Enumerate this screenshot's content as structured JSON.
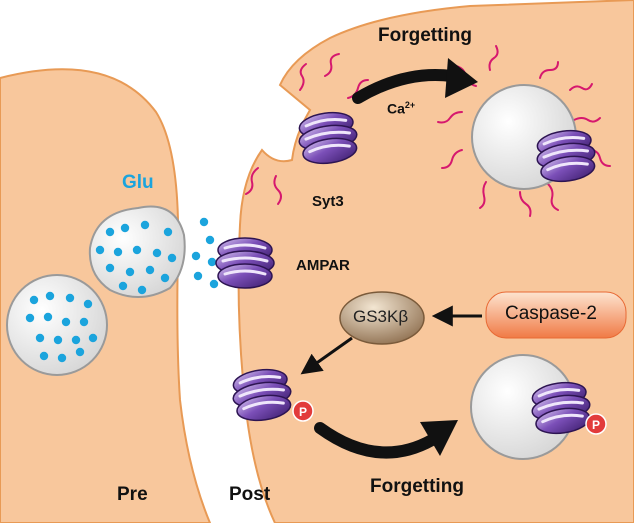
{
  "labels": {
    "pre": "Pre",
    "post": "Post",
    "glu": "Glu",
    "syt3": "Syt3",
    "ampar": "AMPAR",
    "ca_base": "Ca",
    "ca_sup": "2+",
    "gs3kb": "GS3Kβ",
    "caspase2": "Caspase-2",
    "forgetting_top": "Forgetting",
    "forgetting_bottom": "Forgetting",
    "phospho": "P"
  },
  "colors": {
    "cell_fill": "#f8c79c",
    "cell_stroke": "#e89a55",
    "vesicle_fill": "#e6e6e6",
    "vesicle_stroke": "#9a9a9a",
    "glutamate_dot": "#1ba4dd",
    "glu_label": "#1ba4dd",
    "receptor_dark": "#3b1c6b",
    "receptor_mid": "#7b4fb8",
    "receptor_light": "#d9c8f2",
    "lipid_tail": "#d6186e",
    "phospho_red": "#e23b3b",
    "gsk_dark": "#8a6a4a",
    "gsk_light": "#e8d2b4",
    "caspase_light": "#fde4cf",
    "caspase_dark": "#f07a45",
    "arrow": "#111111"
  },
  "icons": {
    "receptor": "ampa-receptor-icon",
    "vesicle": "endocytic-vesicle-icon",
    "phospho": "phosphate-badge-icon"
  }
}
